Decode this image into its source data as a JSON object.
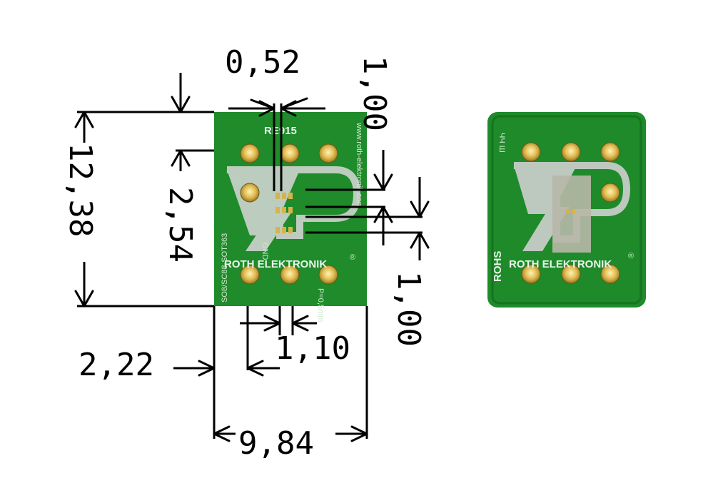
{
  "drawing": {
    "dimensions": {
      "width_total": "9,84",
      "height_total": "12,38",
      "pitch_2_54": "2,54",
      "left_offset": "2,22",
      "pad_pitch_1_10": "1,10",
      "trace_width": "0,52",
      "spacing_top": "1,00",
      "spacing_right": "1,00"
    }
  },
  "board_left": {
    "part_no": "RE915",
    "brand": "ROTH ELEKTRONIK",
    "registered": "®",
    "side_url": "www.roth-elektronik.com",
    "side_code": "SO8/SC88-SOT363",
    "vertical_gnd": "GND",
    "pitch_label": "P=0,5mm"
  },
  "board_right": {
    "brand": "ROTH ELEKTRONIK",
    "registered": "®",
    "rohs": "ROHS",
    "marks": "ЧЧ Ш"
  },
  "colors": {
    "pcb_green": "#1e8a2a",
    "pcb_dark": "#16701f",
    "pad_gold": "#d9b24a",
    "logo_grey": "#cfcfcf"
  }
}
